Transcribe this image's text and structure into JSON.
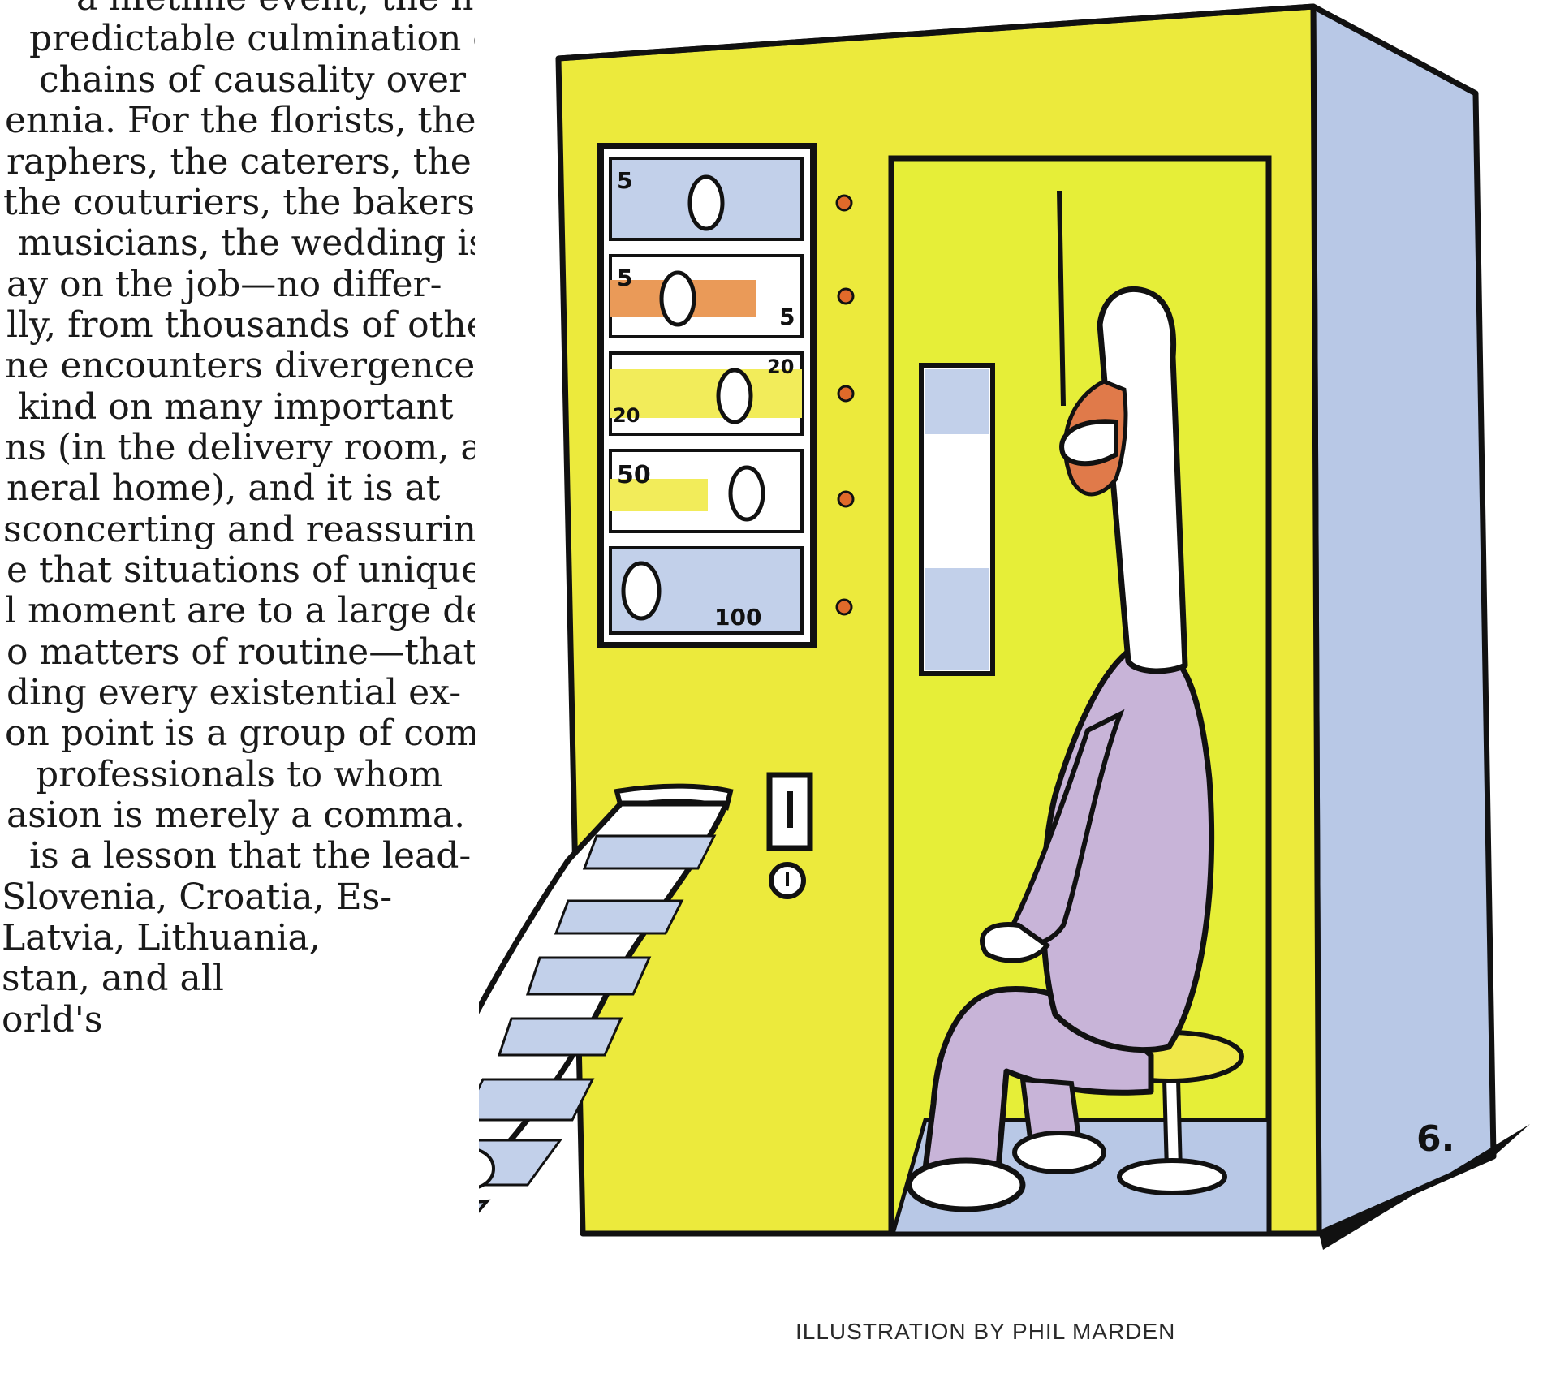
{
  "article": {
    "lines": [
      "a lifetime event, the hap-",
      "predictable culmination of",
      "chains of causality over",
      "ennia. For the florists, the",
      "raphers, the caterers, the",
      "the couturiers, the bakers,",
      "musicians, the wedding is",
      "ay on the job—no differ-",
      "lly, from thousands of other",
      "ne encounters divergences",
      "kind on many important",
      "ns (in the delivery room, at",
      "neral home), and it is at",
      "sconcerting and reassuring",
      "e that situations of unique",
      "l moment are to a large de-",
      "o matters of routine—that",
      "ding every existential ex-",
      "on point is a group of com-",
      "professionals to whom",
      "asion is merely a comma.",
      "is a lesson that the lead-",
      "Slovenia, Croatia, Es-",
      "Latvia, Lithuania,",
      "stan, and all",
      "orld's"
    ]
  },
  "illustration": {
    "denominations": [
      "5",
      "5",
      "20",
      "20",
      "50",
      "100"
    ],
    "signature": "6.",
    "caption": "ILLUSTRATION BY PHIL MARDEN",
    "colors": {
      "machine_front": "#ecea3c",
      "machine_side": "#b8c8e6",
      "interior": "#e6ee38",
      "bill_blue": "#c2d0ea",
      "bill_orange": "#ea9a58",
      "bill_yellow": "#f2ec5a",
      "sweater": "#c8b4d8",
      "hair": "#e07a4a",
      "button_orange": "#e06a2a",
      "outline": "#111111"
    }
  }
}
